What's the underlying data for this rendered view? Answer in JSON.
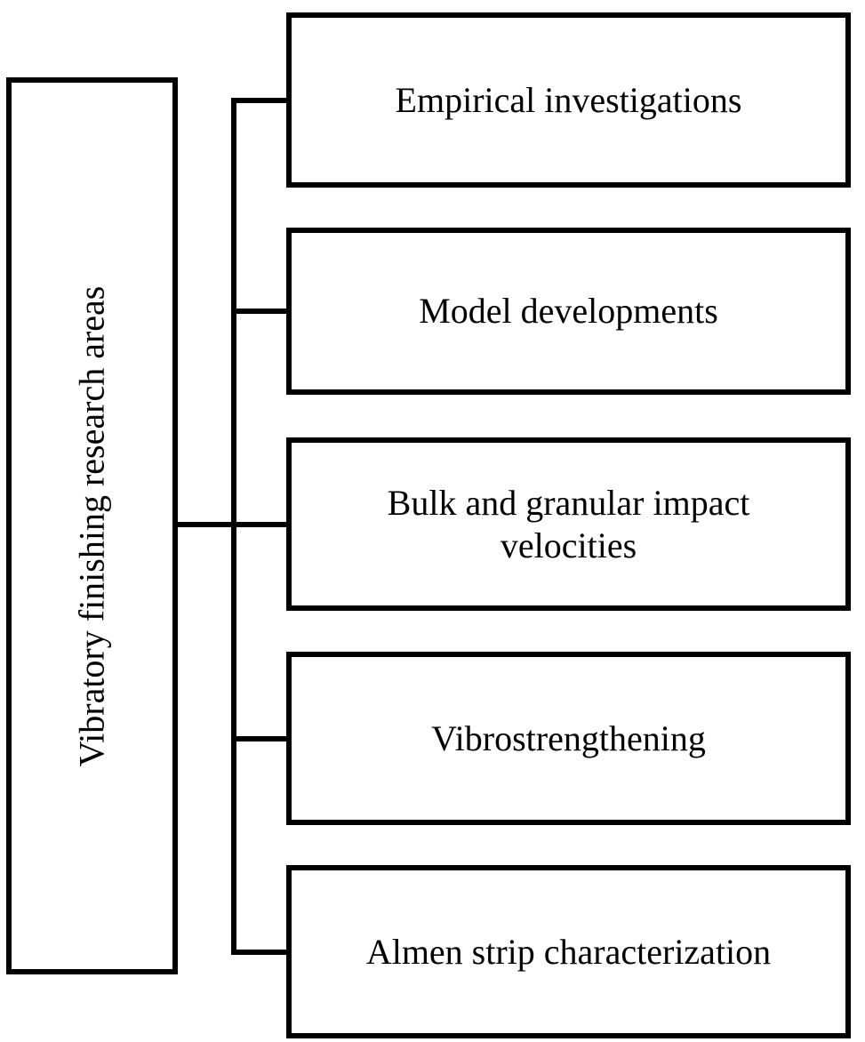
{
  "diagram": {
    "root": {
      "label": "Vibratory finishing research areas"
    },
    "branches": [
      {
        "label": "Empirical investigations"
      },
      {
        "label": "Model developments"
      },
      {
        "label": "Bulk and granular impact velocities"
      },
      {
        "label": "Vibrostrengthening"
      },
      {
        "label": "Almen strip characterization"
      }
    ],
    "colors": {
      "line": "#000000",
      "text": "#000000",
      "background": "#ffffff"
    }
  }
}
